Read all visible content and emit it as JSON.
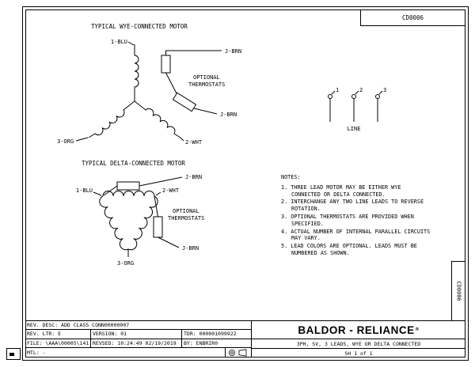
{
  "page": {
    "doc_number": "CD0006",
    "doc_number_vertical": "CD0006"
  },
  "wye": {
    "title": "TYPICAL WYE-CONNECTED MOTOR",
    "lead_top": "1-BLU",
    "lead_left": "3-ORG",
    "lead_right": "2-WHT",
    "therm_lead_top": "J-BRN",
    "therm_lead_bottom": "J-BRN",
    "thermostat_label_1": "OPTIONAL",
    "thermostat_label_2": "THERMOSTATS"
  },
  "delta": {
    "title": "TYPICAL DELTA-CONNECTED MOTOR",
    "lead_top_left": "1-BLU",
    "lead_top_right": "2-WHT",
    "lead_bottom": "3-ORG",
    "therm_lead_top": "J-BRN",
    "therm_lead_bottom": "J-BRN",
    "thermostat_label_1": "OPTIONAL",
    "thermostat_label_2": "THERMOSTATS"
  },
  "line_block": {
    "label": "LINE",
    "terminals": [
      "1",
      "2",
      "3"
    ]
  },
  "notes": {
    "title": "NOTES:",
    "items": [
      {
        "num": "1.",
        "text": "THREE LEAD MOTOR MAY BE EITHER WYE CONNECTED OR DELTA CONNECTED."
      },
      {
        "num": "2.",
        "text": "INTERCHANGE ANY TWO LINE LEADS TO REVERSE ROTATION."
      },
      {
        "num": "3.",
        "text": "OPTIONAL THERMOSTATS ARE PROVIDED WHEN SPECIFIED."
      },
      {
        "num": "4.",
        "text": "ACTUAL NUMBER OF INTERNAL PARALLEL CIRCUITS MAY VARY."
      },
      {
        "num": "5.",
        "text": "LEAD COLORS ARE OPTIONAL.  LEADS MUST BE NUMBERED AS SHOWN."
      }
    ]
  },
  "title_block": {
    "rev_desc": "REV. DESC:  ADD CLASS CONN00000007",
    "rev_ltr": "REV. LTR:  E",
    "version": "VERSION: 01",
    "tdr": "TDR: 000001099922",
    "file": "FILE: \\AAA\\00005\\141",
    "revised": "REVSED: 10:24:49  02/19/2019",
    "by": "BY: ENBRIR0",
    "mtl": "MTL: -",
    "brand": "BALDOR - RELIANCE",
    "brand_reg": "®",
    "description": "3PH, SV, 3 LEADS, WYE OR DELTA CONNECTED",
    "sheet": "SH 1 of 1"
  }
}
